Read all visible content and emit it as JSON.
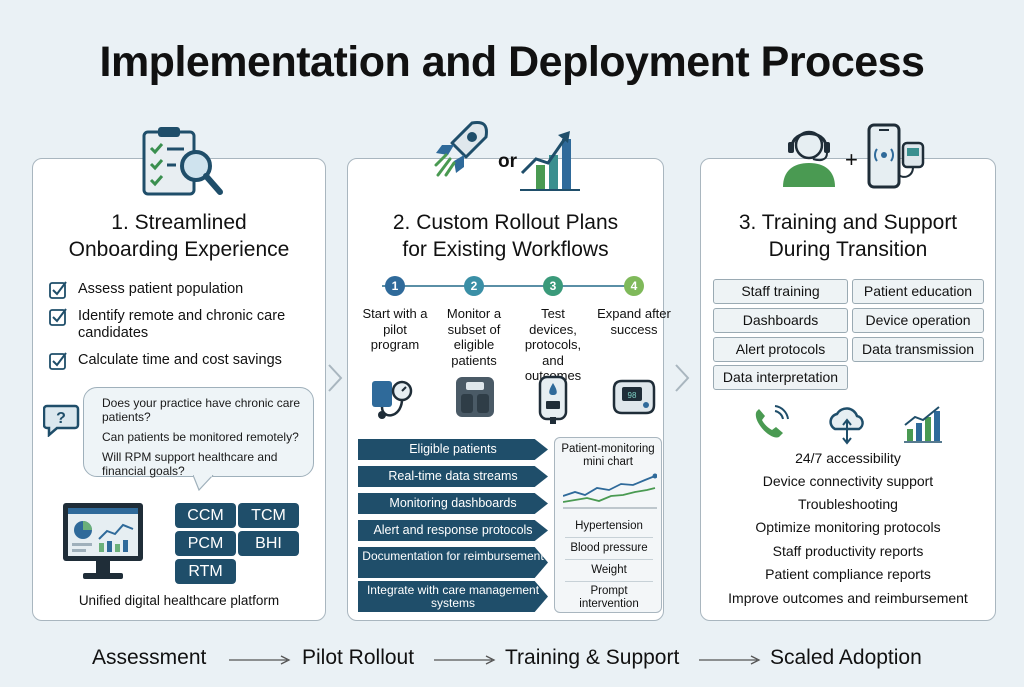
{
  "title": "Implementation and Deployment Process",
  "colors": {
    "navy": "#1f4e6a",
    "blue_step": "#2f6a9a",
    "teal_step": "#3a8f8f",
    "green_step": "#4a9a52",
    "lime_step": "#7fb95a"
  },
  "panel1": {
    "icon": "clipboard-magnifier-icon",
    "title_line1": "1. Streamlined",
    "title_line2": "Onboarding Experience",
    "checklist": [
      "Assess patient population",
      "Identify remote and chronic care candidates",
      "Calculate time and cost savings"
    ],
    "questions": [
      "Does your practice have chronic care patients?",
      "Can patients be monitored remotely?",
      "Will RPM support healthcare and financial goals?"
    ],
    "programs": [
      "CCM",
      "TCM",
      "PCM",
      "BHI",
      "RTM"
    ],
    "platform_label": "Unified digital healthcare platform"
  },
  "panel2": {
    "icon_left": "rocket-icon",
    "icon_connector": "or",
    "icon_right": "growth-chart-icon",
    "title_line1": "2. Custom Rollout Plans",
    "title_line2": "for Existing Workflows",
    "steps": [
      {
        "number": "1",
        "label": "Start with a pilot program"
      },
      {
        "number": "2",
        "label": "Monitor a subset of eligible patients"
      },
      {
        "number": "3",
        "label": "Test devices, protocols, and outcomes"
      },
      {
        "number": "4",
        "label": "Expand after success"
      }
    ],
    "devices": [
      "blood-pressure-cuff-icon",
      "weight-scale-icon",
      "glucometer-icon",
      "pulse-oximeter-icon"
    ],
    "flow": [
      "Eligible patients",
      "Real-time data streams",
      "Monitoring dashboards",
      "Alert and response protocols",
      "Documentation for reimbursement",
      "Integrate with care management systems"
    ],
    "mini_chart": {
      "title": "Patient-monitoring mini chart",
      "items": [
        "Hypertension",
        "Blood pressure",
        "Weight",
        "Prompt intervention"
      ]
    }
  },
  "panel3": {
    "icon_left": "headset-agent-icon",
    "icon_connector": "+",
    "icon_right": "smartphone-device-icon",
    "title_line1": "3. Training and Support",
    "title_line2": "During Transition",
    "training_pills": [
      "Staff training",
      "Patient education",
      "Dashboards",
      "Device operation",
      "Alert protocols",
      "Data transmission",
      "Data interpretation"
    ],
    "support_icons": [
      "phone-icon",
      "cloud-sync-icon",
      "bar-chart-icon"
    ],
    "support_items": [
      "24/7 accessibility",
      "Device connectivity support",
      "Troubleshooting",
      "Optimize monitoring protocols",
      "Staff productivity reports",
      "Patient compliance reports",
      "Improve outcomes and reimbursement"
    ]
  },
  "bottom_flow": [
    "Assessment",
    "Pilot Rollout",
    "Training & Support",
    "Scaled Adoption"
  ]
}
